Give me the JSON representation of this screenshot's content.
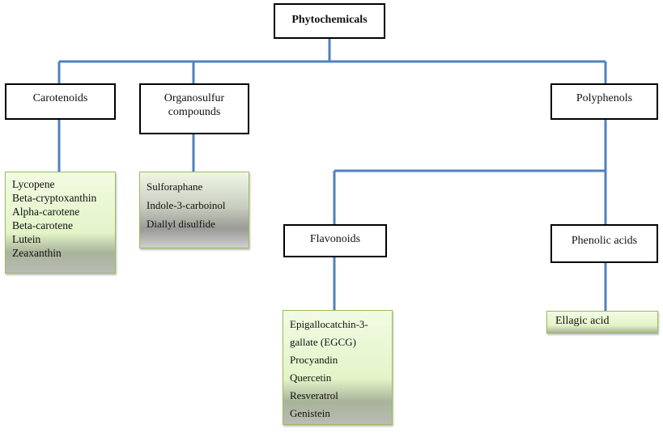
{
  "root": {
    "label": "Phytochemicals"
  },
  "categories": {
    "carotenoids": {
      "label": "Carotenoids",
      "items": [
        "Lycopene",
        "Beta-cryptoxanthin",
        "Alpha-carotene",
        "Beta-carotene",
        "Lutein",
        "Zeaxanthin"
      ]
    },
    "organosulfur": {
      "label_line1": "Organosulfur",
      "label_line2": "compounds",
      "items": [
        "Sulforaphane",
        "Indole-3-carboinol",
        "Diallyl disulfide"
      ]
    },
    "polyphenols": {
      "label": "Polyphenols"
    },
    "flavonoids": {
      "label": "Flavonoids",
      "items": [
        "Epigallocatchin-3-",
        "gallate (EGCG)",
        "Procyandin",
        "Quercetin",
        "Resveratrol",
        "Genistein"
      ]
    },
    "phenolic_acids": {
      "label": "Phenolic acids",
      "items": [
        "Ellagic acid"
      ]
    }
  },
  "colors": {
    "connector": "#4f81bd",
    "list_border": "#9bbb59"
  }
}
